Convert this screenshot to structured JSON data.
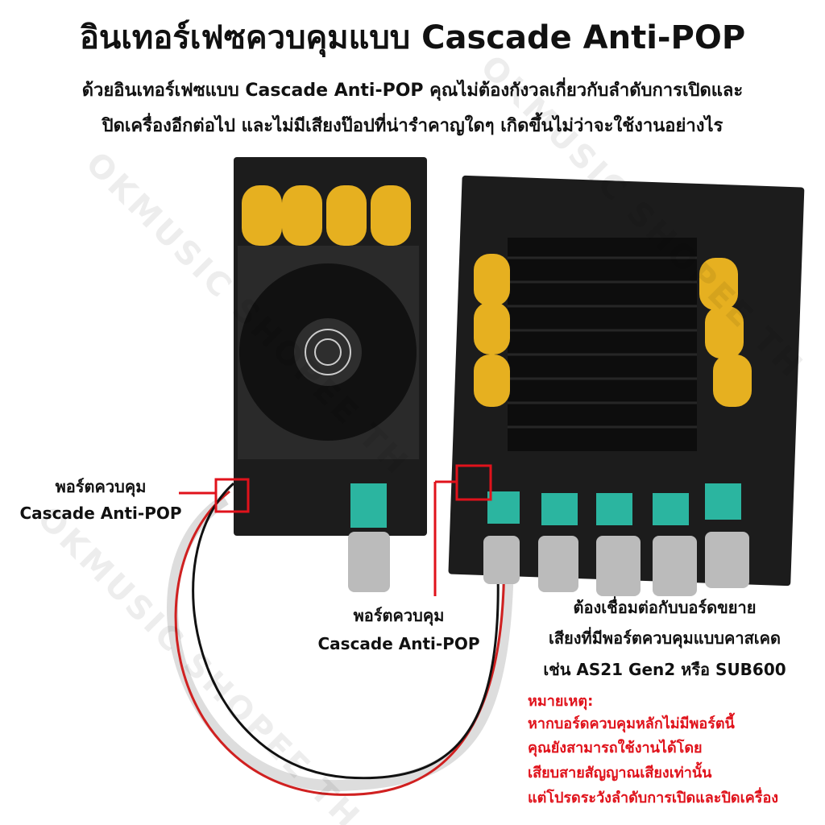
{
  "title": "อินเทอร์เฟซควบคุมแบบ Cascade Anti-POP",
  "subtitle_lines": [
    "ด้วยอินเทอร์เฟซแบบ Cascade Anti-POP คุณไม่ต้องกังวลเกี่ยวกับลำดับการเปิดและ",
    "ปิดเครื่องอีกต่อไป และไม่มีเสียงป๊อปที่น่ารำคาญใดๆ เกิดขึ้นไม่ว่าจะใช้งานอย่างไร"
  ],
  "left_label": {
    "line1": "พอร์ตควบคุม",
    "line2": "Cascade Anti-POP"
  },
  "center_label": {
    "line1": "พอร์ตควบคุม",
    "line2": "Cascade Anti-POP"
  },
  "right_text": [
    "ต้องเชื่อมต่อกับบอร์ดขยาย",
    "เสียงที่มีพอร์ตควบคุมแบบคาสเคด",
    "เช่น AS21 Gen2 หรือ SUB600"
  ],
  "note": {
    "heading": "หมายเหตุ:",
    "lines": [
      "หากบอร์ดควบคุมหลักไม่มีพอร์ตนี้",
      "คุณยังสามารถใช้งานได้โดย",
      "เสียบสายสัญญาณเสียงเท่านั้น",
      "แต่โปรดระวังลำดับการเปิดและปิดเครื่อง"
    ]
  },
  "watermark": "OKMUSIC SHOPEE TH",
  "colors": {
    "accent_red": "#e0121b",
    "capacitor": "#e6b020",
    "board": "#1c1c1c",
    "pot": "#2bb5a0"
  }
}
